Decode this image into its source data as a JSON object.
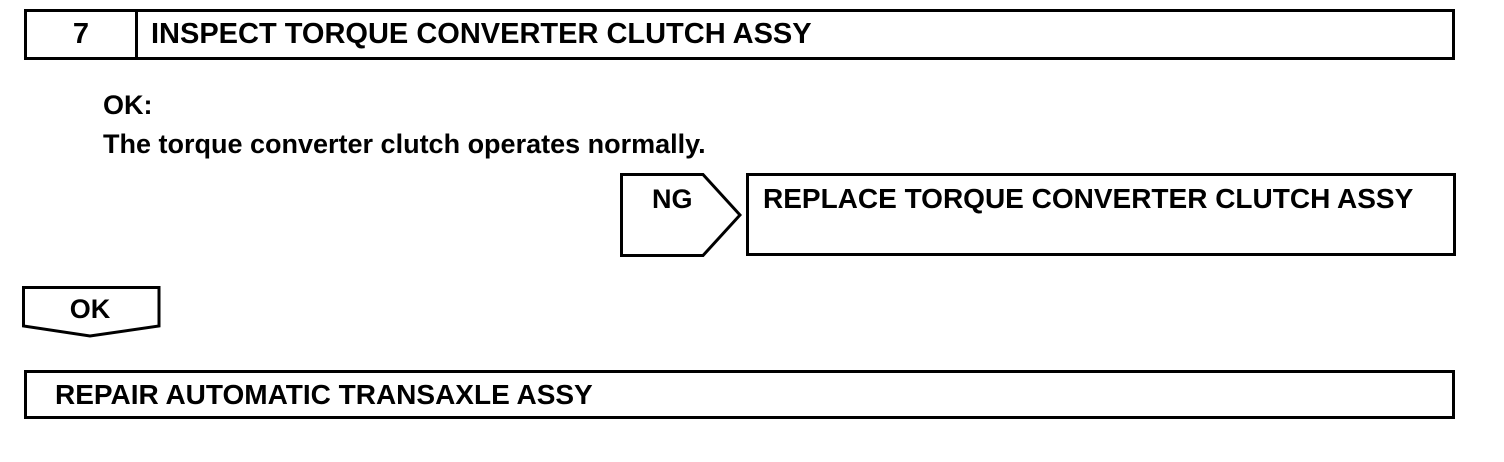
{
  "step": {
    "number": "7",
    "title": "INSPECT TORQUE CONVERTER CLUTCH ASSY"
  },
  "ok_criteria": {
    "label": "OK:",
    "description": "The torque converter clutch operates normally."
  },
  "ng_branch": {
    "label": "NG",
    "result": "REPLACE TORQUE CONVERTER CLUTCH ASSY"
  },
  "ok_branch": {
    "label": "OK"
  },
  "final_step": {
    "text": "REPAIR AUTOMATIC TRANSAXLE ASSY"
  }
}
